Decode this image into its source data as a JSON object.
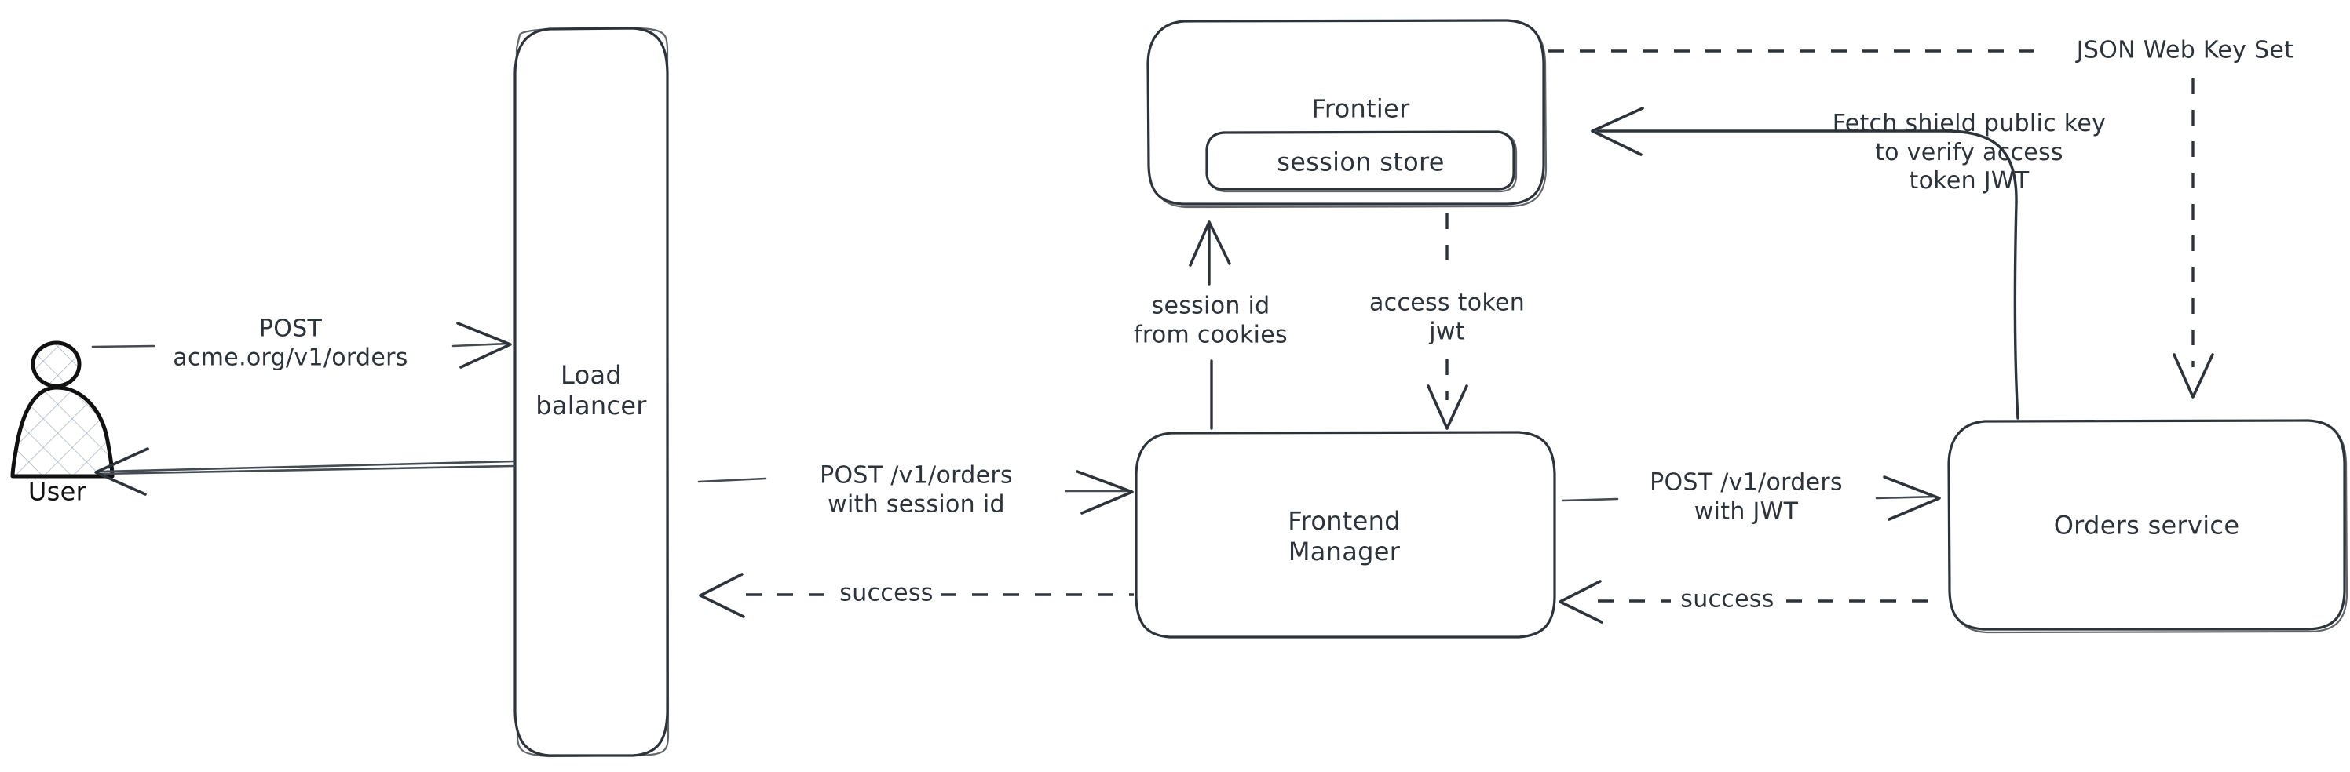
{
  "diagram": {
    "style": "hand-drawn whiteboard architecture diagram",
    "background_color": "#ffffff",
    "stroke_color": "#2d333a",
    "hatch_color": "#aab6c4",
    "nodes": [
      {
        "id": "user",
        "label": "User",
        "shape": "person-icon"
      },
      {
        "id": "load-balancer",
        "label": "Load\nbalancer",
        "shape": "rounded-rect-tall"
      },
      {
        "id": "frontier",
        "label": "Frontier",
        "shape": "rounded-rect"
      },
      {
        "id": "session-store",
        "label": "session store",
        "shape": "rounded-rect-nested"
      },
      {
        "id": "frontend-manager",
        "label": "Frontend\nManager",
        "shape": "rounded-rect"
      },
      {
        "id": "orders-service",
        "label": "Orders service",
        "shape": "rounded-rect"
      }
    ],
    "edges": [
      {
        "id": "user-to-lb",
        "from": "user",
        "to": "load-balancer",
        "label": "POST\nacme.org/v1/orders",
        "line": "solid",
        "direction": "right"
      },
      {
        "id": "lb-to-user",
        "from": "load-balancer",
        "to": "user",
        "label": "",
        "line": "solid",
        "direction": "left"
      },
      {
        "id": "lb-to-fm",
        "from": "load-balancer",
        "to": "frontend-manager",
        "label": "POST /v1/orders\nwith session id",
        "line": "solid",
        "direction": "right"
      },
      {
        "id": "fm-to-lb-success",
        "from": "frontend-manager",
        "to": "load-balancer",
        "label": "success",
        "line": "dashed",
        "direction": "left"
      },
      {
        "id": "fm-to-frontier",
        "from": "frontend-manager",
        "to": "frontier",
        "label": "session id\nfrom cookies",
        "line": "solid",
        "direction": "up"
      },
      {
        "id": "frontier-to-fm",
        "from": "frontier",
        "to": "frontend-manager",
        "label": "access token\njwt",
        "line": "dashed",
        "direction": "down"
      },
      {
        "id": "fm-to-orders",
        "from": "frontend-manager",
        "to": "orders-service",
        "label": "POST /v1/orders\nwith JWT",
        "line": "solid",
        "direction": "right"
      },
      {
        "id": "orders-to-fm-success",
        "from": "orders-service",
        "to": "frontend-manager",
        "label": "success",
        "line": "dashed",
        "direction": "left"
      },
      {
        "id": "orders-to-frontier-fetch",
        "from": "orders-service",
        "to": "frontier",
        "label": "Fetch shield public key\nto verify access\ntoken JWT",
        "line": "solid",
        "direction": "left"
      },
      {
        "id": "frontier-to-orders-jwks",
        "from": "frontier",
        "to": "orders-service",
        "label": "JSON Web Key Set",
        "line": "dashed",
        "direction": "down"
      }
    ]
  },
  "labels": {
    "user": "User",
    "load_balancer": "Load\nbalancer",
    "frontier": "Frontier",
    "session_store": "session store",
    "frontend_manager": "Frontend\nManager",
    "orders_service": "Orders service",
    "post_acme_orders": "POST\nacme.org/v1/orders",
    "post_v1_orders_session_id": "POST /v1/orders\nwith session id",
    "success_lb": "success",
    "session_id_from_cookies": "session id\nfrom cookies",
    "access_token_jwt": "access token\njwt",
    "post_v1_orders_jwt": "POST /v1/orders\nwith JWT",
    "success_orders": "success",
    "fetch_shield_public_key": "Fetch shield public key\nto verify access\ntoken JWT",
    "json_web_key_set": "JSON Web Key Set"
  }
}
